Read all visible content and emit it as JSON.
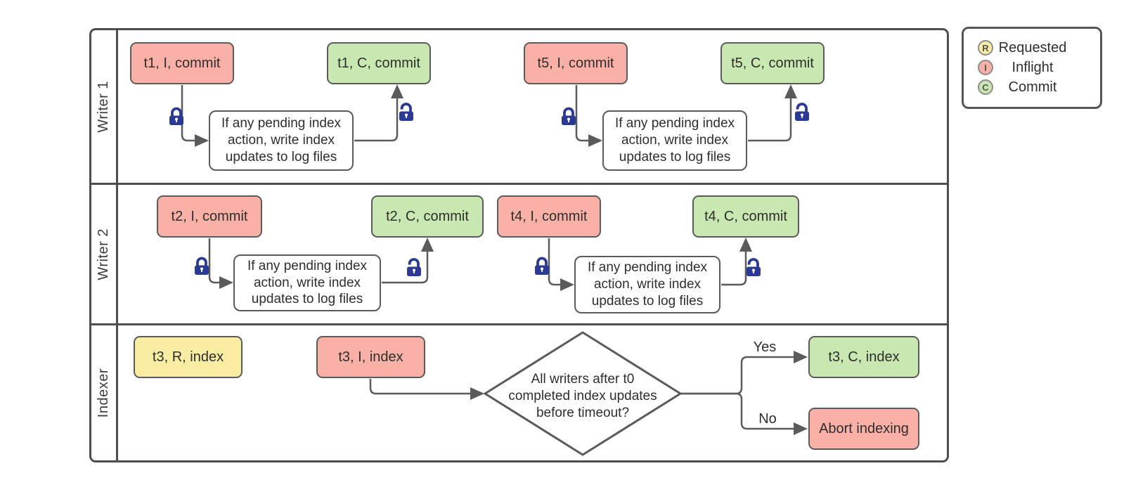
{
  "lanes": [
    {
      "label": "Writer 1"
    },
    {
      "label": "Writer 2"
    },
    {
      "label": "Indexer"
    }
  ],
  "nodes": {
    "t1i": "t1, I, commit",
    "t1c": "t1, C, commit",
    "t5i": "t5, I, commit",
    "t5c": "t5, C, commit",
    "t2i": "t2, I, commit",
    "t2c": "t2, C, commit",
    "t4i": "t4, I, commit",
    "t4c": "t4, C, commit",
    "t3r": "t3, R, index",
    "t3i": "t3, I, index",
    "t3c": "t3, C, index",
    "abort": "Abort indexing",
    "process": "If any pending index\naction, write index\nupdates to log files",
    "decision": "All writers after t0\ncompleted index updates\nbefore timeout?"
  },
  "edge_labels": {
    "yes": "Yes",
    "no": "No"
  },
  "legend": {
    "items": [
      {
        "letter": "R",
        "label": "Requested"
      },
      {
        "letter": "I",
        "label": "Inflight"
      },
      {
        "letter": "C",
        "label": "Commit"
      }
    ]
  },
  "icons": {
    "closed_lock": "locked-padlock-icon",
    "open_lock": "unlocked-padlock-icon"
  },
  "colors": {
    "requested_fill": "#f9eda4",
    "inflight_fill": "#f9b1a7",
    "commit_fill": "#c9e7b0",
    "shape_border": "#5b5b5b",
    "frame_border": "#4e4e4e",
    "connector": "#5b5b5b",
    "lock": "#2b3a94"
  }
}
